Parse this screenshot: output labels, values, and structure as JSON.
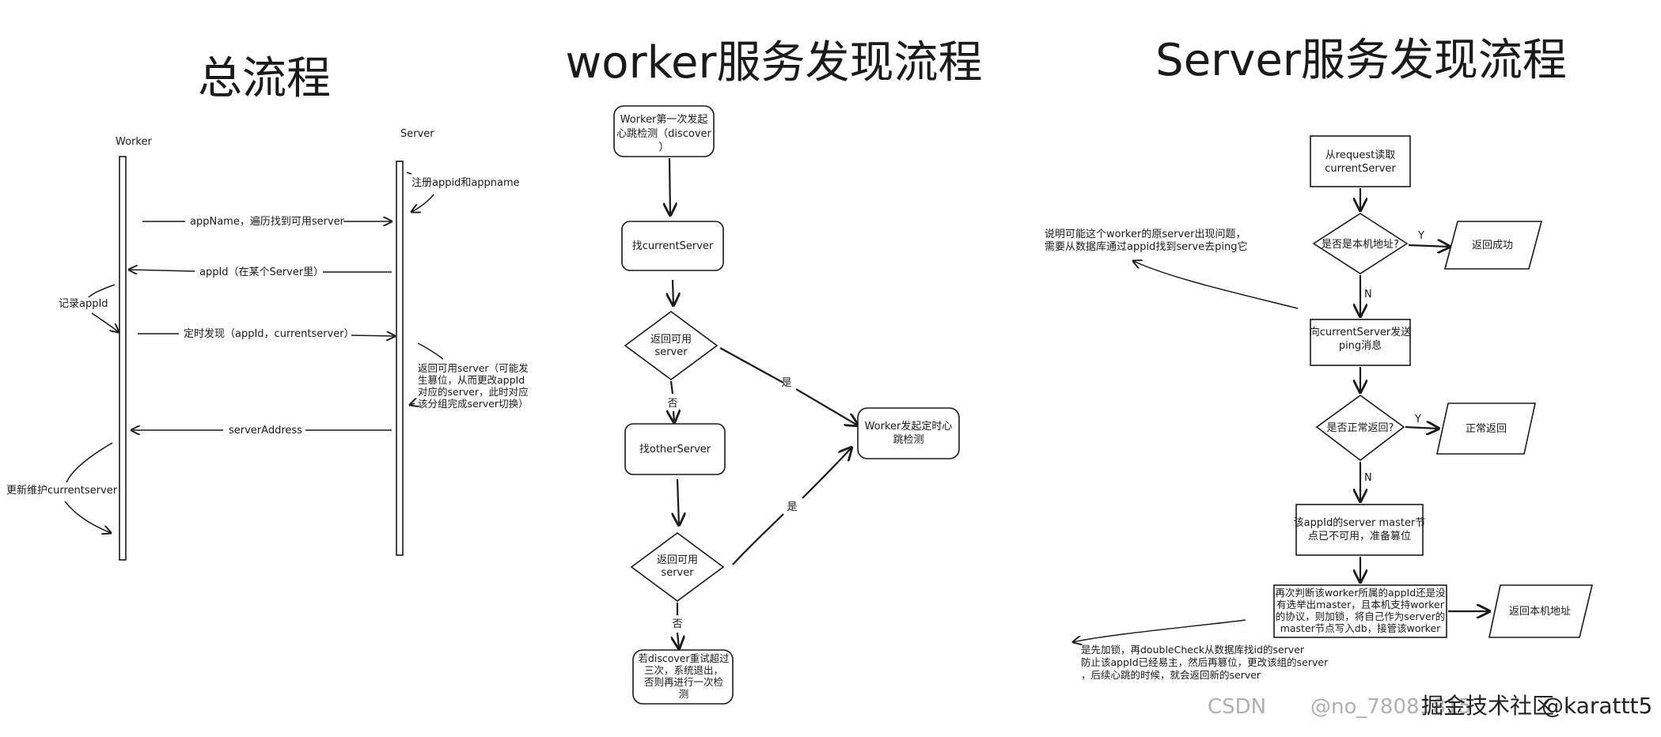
{
  "titles": {
    "overall": "总流程",
    "worker": "worker服务发现流程",
    "server": "Server服务发现流程"
  },
  "overall": {
    "worker_label": "Worker",
    "server_label": "Server",
    "msg_register": "注册appid和appname",
    "msg_appname": "appName，遍历找到可用server",
    "msg_appid": "appId（在某个Server里）",
    "note_record": "记录appId",
    "msg_discover": "定时发现（appId，currentserver）",
    "note_return": [
      "返回可用server（可能发",
      "生篡位，从而更改appId",
      "对应的server，此时对应",
      "该分组完成server切换）"
    ],
    "msg_address": "serverAddress",
    "note_update": "更新维护currentserver"
  },
  "worker_flow": {
    "start": [
      "Worker第一次发起",
      "心跳检测（discover",
      "）"
    ],
    "find_current": "找currentServer",
    "decision1": [
      "返回可用",
      "server"
    ],
    "no1": "否",
    "yes1": "是",
    "find_other": "找otherServer",
    "decision2": [
      "返回可用",
      "server"
    ],
    "yes2": "是",
    "no2": "否",
    "timer": [
      "Worker发起定时心",
      "跳检测"
    ],
    "exit": [
      "若discover重试超过",
      "三次，系统退出，",
      "否则再进行一次检",
      "测"
    ]
  },
  "server_flow": {
    "read": [
      "从request读取",
      "currentServer"
    ],
    "decision1": "是否是本机地址?",
    "y1": "Y",
    "ret_success": "返回成功",
    "n1": "N",
    "note_left": [
      "说明可能这个worker的原server出现问题，",
      "需要从数据库通过appid找到serve去ping它"
    ],
    "ping": [
      "向currentServer发送",
      "ping消息"
    ],
    "decision2": "是否正常返回?",
    "y2": "Y",
    "normal": "正常返回",
    "n2": "N",
    "unavailable": [
      "该appId的server master节",
      "点已不可用，准备篡位"
    ],
    "rejudge": [
      "再次判断该worker所属的appId还是没",
      "有选举出master，且本机支持worker",
      "的协议，则加锁，将自己作为server的",
      "master节点写入db，接管该worker"
    ],
    "ret_local": "返回本机地址",
    "note_bottom": [
      "是先加锁，再doubleCheck从数据库找id的server",
      "防止该appId已经易主，然后再篡位，更改该组的server",
      "，后续心跳的时候，就会返回新的server"
    ]
  },
  "watermark": {
    "csdn": "CSDN",
    "community": "掘金技术社区",
    "handle": "@karattt5",
    "faint": "@no_78081815"
  }
}
